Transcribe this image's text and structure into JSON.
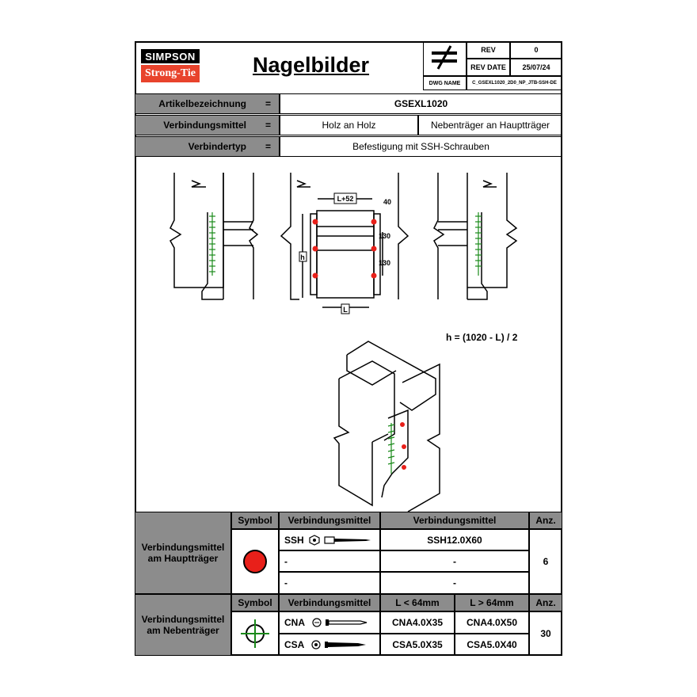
{
  "header": {
    "logo_line1": "SIMPSON",
    "logo_line2": "Strong-Tie",
    "title": "Nagelbilder",
    "rev_label": "REV",
    "rev_value": "0",
    "rev_date_label": "REV DATE",
    "rev_date_value": "25/07/24",
    "dwg_name_label": "DWG NAME",
    "dwg_name_value": "C_GSEXL1020_2D0_NP_JTB-SSH-DE"
  },
  "properties": [
    {
      "label": "Artikelbezeichnung",
      "eq": "=",
      "value": "GSEXL1020"
    },
    {
      "label": "Verbindungsmittel",
      "eq": "=",
      "value_left": "Holz an Holz",
      "value_right": "Nebenträger an Hauptträger"
    },
    {
      "label": "Verbindertyp",
      "eq": "=",
      "value": "Befestigung mit SSH-Schrauben"
    }
  ],
  "drawing": {
    "dim_top": "L+52",
    "dim_40": "40",
    "dim_130a": "130",
    "dim_130b": "130",
    "dim_h": "h",
    "dim_L": "L",
    "formula": "h = (1020 - L) / 2"
  },
  "table1": {
    "row_label": "Verbindungsmittel am Hauptträger",
    "col_symbol": "Symbol",
    "col_vm": "Verbindungsmittel",
    "col_vm2": "Verbindungsmittel",
    "col_anz": "Anz.",
    "rows": [
      {
        "type": "SSH",
        "value": "SSH12.0X60"
      },
      {
        "type": "-",
        "value": "-"
      },
      {
        "type": "-",
        "value": "-"
      }
    ],
    "count": "6",
    "symbol_color": "#e8201a"
  },
  "table2": {
    "row_label": "Verbindungsmittel am Nebenträger",
    "col_symbol": "Symbol",
    "col_vm": "Verbindungsmittel",
    "col_l_small": "L < 64mm",
    "col_l_large": "L > 64mm",
    "col_anz": "Anz.",
    "rows": [
      {
        "type": "CNA",
        "small": "CNA4.0X35",
        "large": "CNA4.0X50"
      },
      {
        "type": "CSA",
        "small": "CSA5.0X35",
        "large": "CSA5.0X40"
      }
    ],
    "count": "30",
    "symbol_color": "#1a8a1a"
  }
}
